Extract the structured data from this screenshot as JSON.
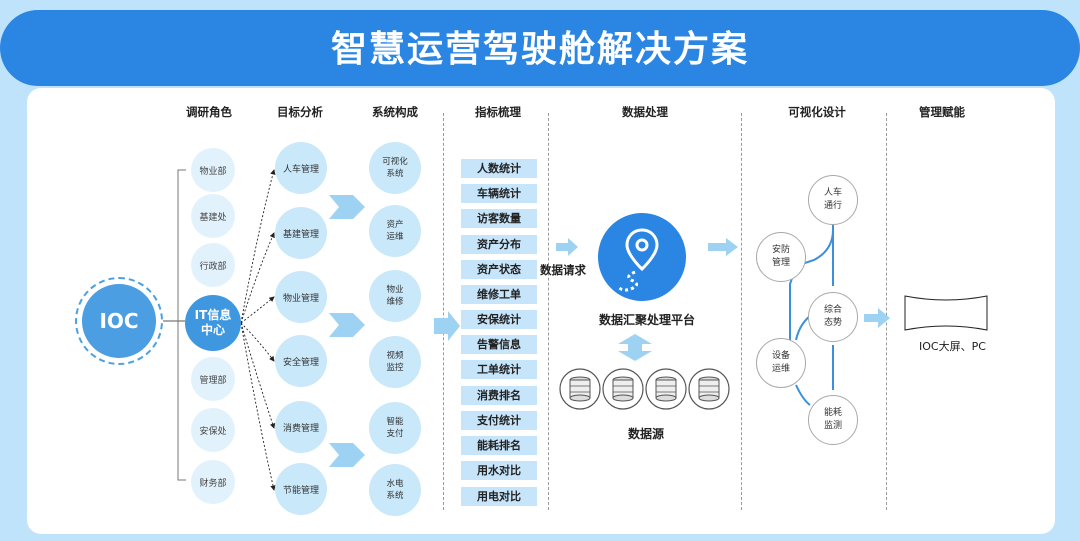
{
  "title": "智慧运营驾驶舱解决方案",
  "headers": {
    "roles": "调研角色",
    "goals": "目标分析",
    "systems": "系统构成",
    "metrics": "指标梳理",
    "processing": "数据处理",
    "visual": "可视化设计",
    "empower": "管理赋能"
  },
  "ioc_label": "IOC",
  "it_center": "IT信息\n中心",
  "roles": [
    "物业部",
    "基建处",
    "行政部",
    "管理部",
    "安保处",
    "财务部"
  ],
  "goals": [
    "人车管理",
    "基建管理",
    "物业管理",
    "安全管理",
    "消费管理",
    "节能管理"
  ],
  "systems": [
    "可视化\n系统",
    "资产\n运维",
    "物业\n维修",
    "视频\n监控",
    "智能\n支付",
    "水电\n系统"
  ],
  "metrics": [
    "人数统计",
    "车辆统计",
    "访客数量",
    "资产分布",
    "资产状态",
    "维修工单",
    "安保统计",
    "告警信息",
    "工单统计",
    "消费排名",
    "支付统计",
    "能耗排名",
    "用水对比",
    "用电对比"
  ],
  "data_request": "数据请求",
  "platform_label": "数据汇聚处理平台",
  "datasource_label": "数据源",
  "viz_nodes": [
    "人车\n通行",
    "安防\n管理",
    "综合\n态势",
    "设备\n运维",
    "能耗\n监测"
  ],
  "screen_label": "IOC大屏、PC",
  "colors": {
    "banner": "#2a86e2",
    "background": "#bfe3fb",
    "node_light": "#c9e8fa",
    "node_dark": "#3f97e0",
    "arrow": "#9dd2f3"
  }
}
